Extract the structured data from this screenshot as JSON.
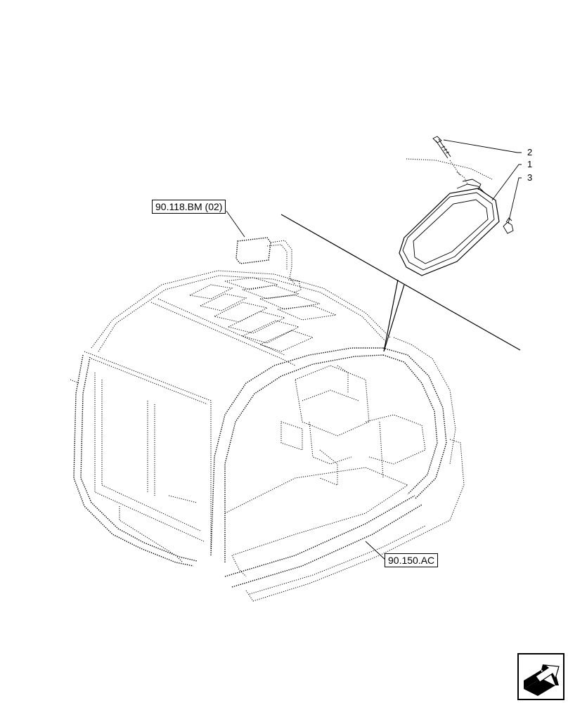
{
  "references": {
    "mirror_ref": "90.118.BM (02)",
    "cab_ref": "90.150.AC"
  },
  "callouts": {
    "item_1": "1",
    "item_2": "2",
    "item_3": "3"
  },
  "icons": {
    "nav": "next-page-arrow-icon"
  }
}
